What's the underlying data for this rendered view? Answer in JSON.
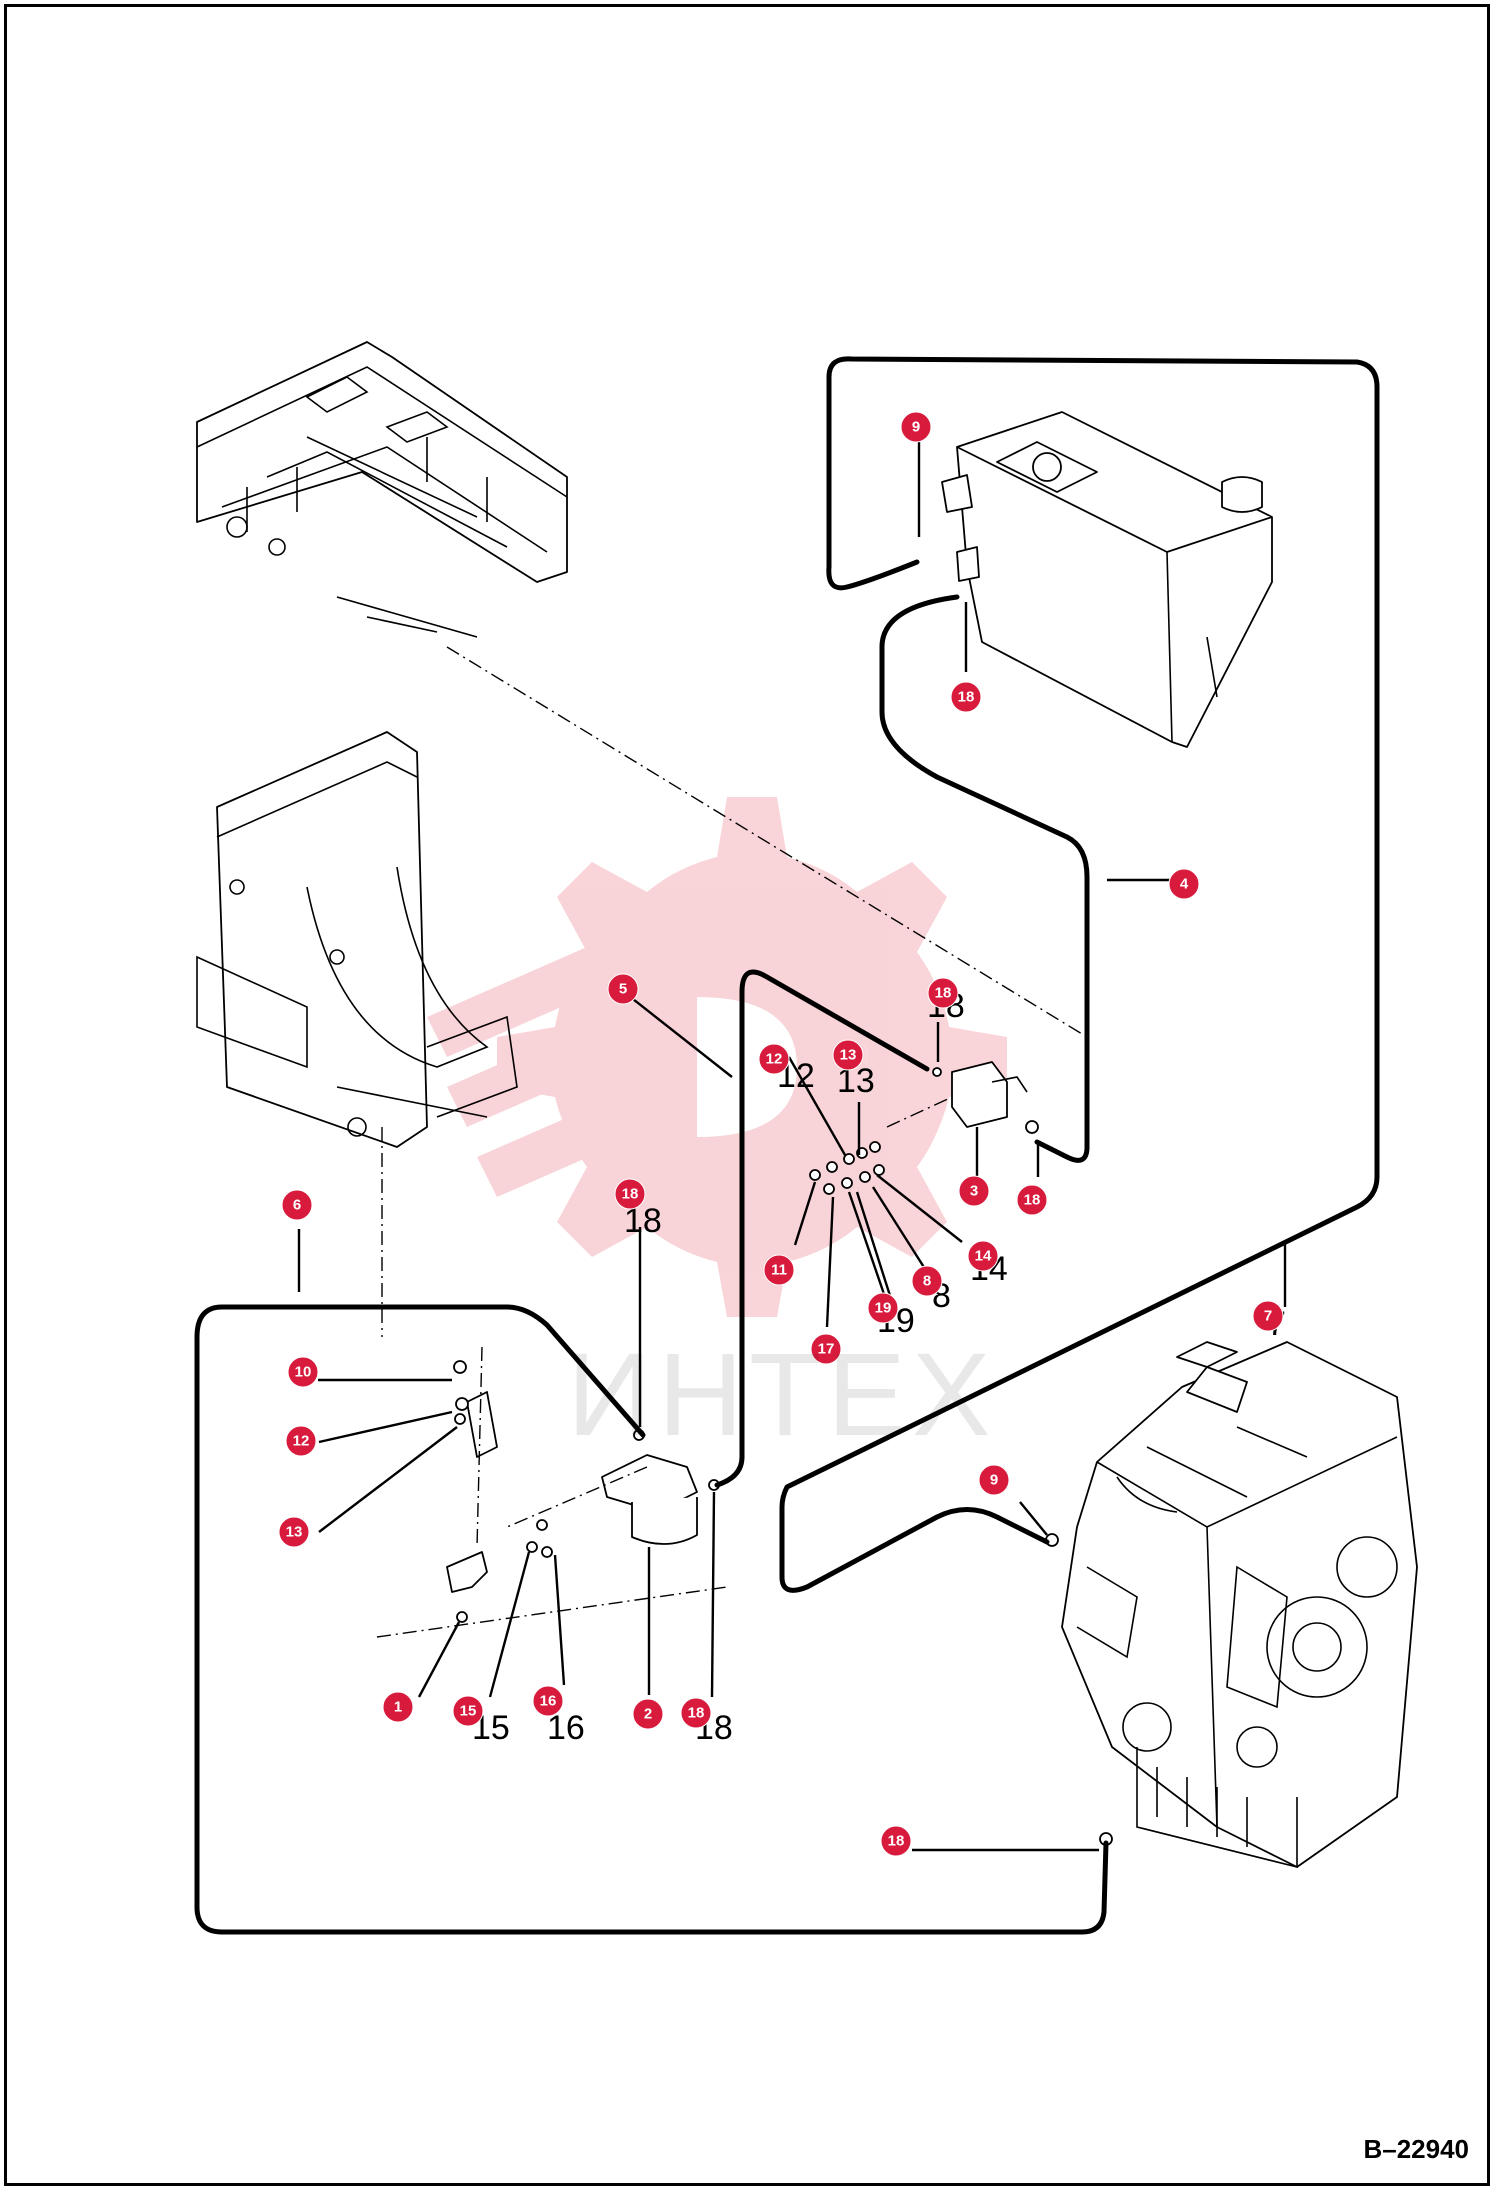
{
  "watermark_text": "ИНТЕХ",
  "figure_code": "B–22940",
  "colors": {
    "callout": "#d81b3c",
    "watermark_gear": "#f4b0b8"
  },
  "callouts": [
    {
      "id": "c-9-tank",
      "label": "9"
    },
    {
      "id": "c-18-tank",
      "label": "18"
    },
    {
      "id": "c-4",
      "label": "4"
    },
    {
      "id": "c-5",
      "label": "5"
    },
    {
      "id": "c-18-pump",
      "label": "18"
    },
    {
      "id": "c-12-top",
      "label": "12"
    },
    {
      "id": "c-13-top",
      "label": "13"
    },
    {
      "id": "c-3",
      "label": "3"
    },
    {
      "id": "c-18-pump2",
      "label": "18"
    },
    {
      "id": "c-14",
      "label": "14"
    },
    {
      "id": "c-11",
      "label": "11"
    },
    {
      "id": "c-8",
      "label": "8"
    },
    {
      "id": "c-19",
      "label": "19"
    },
    {
      "id": "c-17",
      "label": "17"
    },
    {
      "id": "c-7",
      "label": "7"
    },
    {
      "id": "c-6",
      "label": "6"
    },
    {
      "id": "c-18-filter",
      "label": "18"
    },
    {
      "id": "c-10",
      "label": "10"
    },
    {
      "id": "c-12-bracket",
      "label": "12"
    },
    {
      "id": "c-13-bracket",
      "label": "13"
    },
    {
      "id": "c-9-engine",
      "label": "9"
    },
    {
      "id": "c-1",
      "label": "1"
    },
    {
      "id": "c-15",
      "label": "15"
    },
    {
      "id": "c-16",
      "label": "16"
    },
    {
      "id": "c-2",
      "label": "2"
    },
    {
      "id": "c-18-bottom",
      "label": "18"
    },
    {
      "id": "c-18-engine",
      "label": "18"
    }
  ],
  "printed_numbers": [
    {
      "id": "n-18-pump",
      "label": "18"
    },
    {
      "id": "n-12-top",
      "label": "12"
    },
    {
      "id": "n-13-top",
      "label": "13"
    },
    {
      "id": "n-18-filter",
      "label": "18"
    },
    {
      "id": "n-14",
      "label": "14"
    },
    {
      "id": "n-8",
      "label": "8"
    },
    {
      "id": "n-19",
      "label": "19"
    },
    {
      "id": "n-7",
      "label": "7"
    },
    {
      "id": "n-16",
      "label": "16"
    },
    {
      "id": "n-15",
      "label": "15"
    },
    {
      "id": "n-18-bottom",
      "label": "18"
    }
  ]
}
